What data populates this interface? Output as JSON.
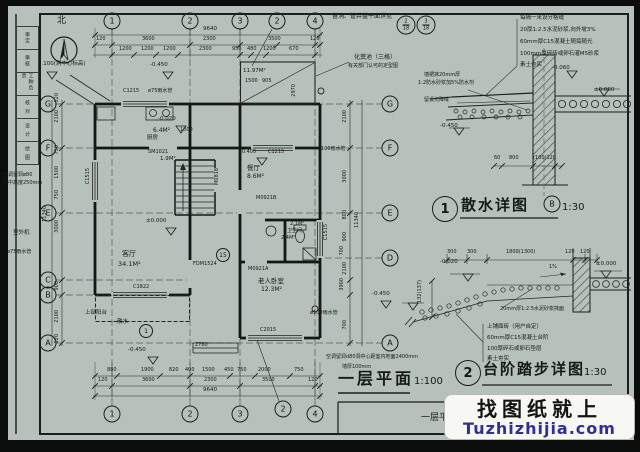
{
  "frame": {
    "strip_cells": [
      "审定",
      "审核",
      "工种负责",
      "校 对",
      "设 计",
      "绘 图"
    ]
  },
  "compass": {
    "label": "北"
  },
  "watermark": {
    "line1": "找图纸就上",
    "line2": "Tuzhizhijia.com",
    "accent": "#2f2f9b",
    "bg": "#f7f7f3"
  },
  "titleblock": {
    "partial": "一层平"
  },
  "plan": {
    "title": "一层平面",
    "scale": "1:100",
    "grid_top": [
      "1",
      "2",
      "3",
      "4"
    ],
    "grid_bottom": [
      "1",
      "2",
      "3",
      "4"
    ],
    "grid_left": [
      "G",
      "F",
      "E",
      "C",
      "B",
      "A"
    ],
    "grid_right": [
      "G",
      "F",
      "E",
      "D",
      "A"
    ],
    "section_num": "2",
    "detail_refs": {
      "ref1_num": "2",
      "ref1_den": "18",
      "ref2_num": "3",
      "ref2_den": "18",
      "apron_num": "1",
      "stair_circle": "15"
    },
    "dims": {
      "top_total": "9640",
      "top_row1": [
        "120",
        "3600",
        "2300",
        "3500",
        "120"
      ],
      "top_row2": [
        "1200",
        "1200",
        "1200",
        "2300",
        "950",
        "480",
        "1200",
        "670"
      ],
      "bottom_row1": [
        "880",
        "1900",
        "820",
        "400",
        "1500",
        "450",
        "750",
        "2000",
        "750"
      ],
      "bottom_row2": [
        "120",
        "3600",
        "2300",
        "3500",
        "120"
      ],
      "bottom_total": "9640",
      "left_col": [
        "120",
        "2100",
        "750",
        "1500",
        "750",
        "3000",
        "1500",
        "900",
        "2100",
        "120"
      ],
      "left_total": "11340",
      "right_col": [
        "120",
        "2100",
        "3000",
        "800",
        "900",
        "2100",
        "700",
        "120"
      ],
      "right_total": "11340",
      "misc": [
        "1000",
        "2760",
        "1500",
        "2970",
        "905",
        "3900",
        "700"
      ]
    },
    "rooms": [
      {
        "name": "厨房",
        "area": "6.4M²"
      },
      {
        "name": "餐厅",
        "area": "8.6M²"
      },
      {
        "name": "客厅",
        "area": "34.1M²"
      },
      {
        "name": "楼梯间",
        "area": "1.9M²"
      },
      {
        "name": "卫生间",
        "area": "2.4M²"
      },
      {
        "name": "盥洗间",
        "area": "2.1M²"
      },
      {
        "name": "老人卧室",
        "area": "12.3M²"
      },
      {
        "name": "露台",
        "area": "11.97M²"
      }
    ],
    "windows": {
      "c1215": "C1215",
      "c1515": "C1515",
      "c1822": "C1822",
      "c2015": "C2015"
    },
    "doors": {
      "sm1021": "SM1021",
      "m0818": "M0818",
      "m0921a": "M0921A",
      "m0921b": "M0921B",
      "fdm1524": "FDM1524"
    },
    "levels": {
      "canopy": "2.100(洞中心标高)",
      "kitchen": "-0.020",
      "dining": "-0.400",
      "indoor": "±0.000",
      "outdoor": "-0.450"
    },
    "annotations": {
      "openings": "留洞、管井盖平面详见",
      "septic1": "化粪池（三格）",
      "septic2": "有关部门认可的定型图",
      "rain75": "ø75雨水管",
      "rain100": "ø100雨水管",
      "ac_left1": "空调留洞ø80",
      "ac_left2": "洞中高度250mm",
      "outdoor_unit": "室外机",
      "balcony": "上部阳台",
      "apron": "散水",
      "ac_bottom1": "空调留洞d80洞中心距室内地面2400mm",
      "ac_bottom2": "墙厚100mm"
    }
  },
  "detail1": {
    "num": "1",
    "title": "散水详图",
    "scale": "1:30",
    "grid_ref": "B",
    "notes_right": [
      "每隔一米设分格缝",
      "20厚1:2.5水泥砂浆,向外坡3%",
      "60mm厚C15混凝土随捣随光",
      "100mm厚碎砖或卵石灌M5砂浆",
      "素土夯实"
    ],
    "notes_left": [
      "墙裙抹20mm厚",
      "1:2防水砂浆加5%防水剂",
      "留设沉降缝"
    ],
    "levels": {
      "l1": "-0.060",
      "l2": "±0.000",
      "l3": "-0.450"
    },
    "dims": [
      "60",
      "800",
      "(180)120"
    ]
  },
  "detail2": {
    "num": "2",
    "title": "台阶踏步详图",
    "scale": "1:30",
    "dims_top": [
      "300",
      "300",
      "1800(1300)",
      "120",
      "120"
    ],
    "dims_left": "132(137)",
    "slope": "1%",
    "levels": {
      "l1": "-0.020",
      "l2": "±0.000"
    },
    "note_surface": "20mm厚1:2.5水泥砂浆抹面",
    "notes": [
      "上铺面砖（用户自定）",
      "60mm厚C15混凝土台阶",
      "100厚碎石或卵石垫层",
      "素土夯实"
    ]
  }
}
